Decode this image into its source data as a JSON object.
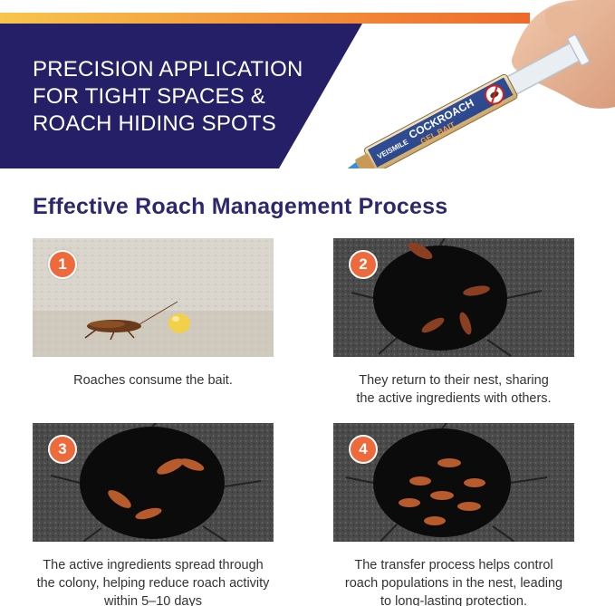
{
  "hero": {
    "title_lines": [
      "PRECISION APPLICATION",
      "FOR TIGHT SPACES &",
      "ROACH HIDING SPOTS"
    ],
    "product": {
      "brand": "VEISMILE",
      "name": "COCKROACH",
      "subtitle": "GEL BAIT"
    }
  },
  "section": {
    "title": "Effective Roach Management Process"
  },
  "steps": [
    {
      "number": "1",
      "caption_lines": [
        "Roaches consume the bait."
      ]
    },
    {
      "number": "2",
      "caption_lines": [
        "They return to their nest, sharing",
        "the active ingredients with others."
      ]
    },
    {
      "number": "3",
      "caption_lines": [
        "The active ingredients spread through",
        "the colony, helping reduce roach activity",
        "within 5–10 days"
      ]
    },
    {
      "number": "4",
      "caption_lines": [
        "The transfer process helps control",
        "roach populations in the nest, leading",
        "to long-lasting protection."
      ]
    }
  ],
  "colors": {
    "navy": "#241f66",
    "heading": "#2b2870",
    "badge": "#ee6a3c",
    "stripe_start": "#f7c54a",
    "stripe_end": "#ee6a2a"
  }
}
